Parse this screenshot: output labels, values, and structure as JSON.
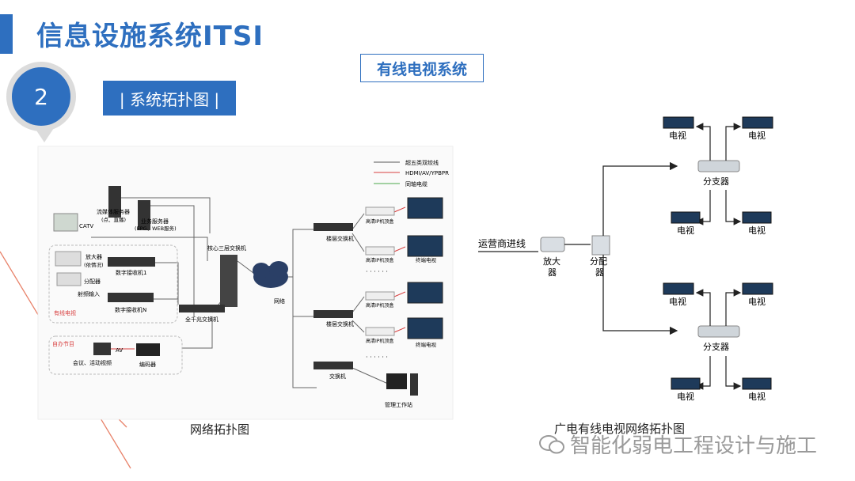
{
  "header": {
    "title": "信息设施系统ITSI",
    "section_number": "2",
    "section_title": "| 系统拓扑图 |",
    "subtitle": "有线电视系统"
  },
  "network_diagram": {
    "legend": [
      "超五类双绞线",
      "HDMI/AV/YPBPR",
      "同轴电缆"
    ],
    "catv": "CATV",
    "stream_server": [
      "流媒体服务器",
      "(点、直播)"
    ],
    "business_server": [
      "业务服务器",
      "(EPG、WEB服务)"
    ],
    "amplifier": [
      "放大器",
      "(依情况)"
    ],
    "splitter": "分配器",
    "receiver_1": "数字接收机1",
    "rf_input": "射频输入",
    "receiver_n": "数字接收机N",
    "cable_tv_group": "有线电视",
    "core_switch": "核心三层交换机",
    "gigabit_switch": "全千兆交换机",
    "network": "网络",
    "floor_switch_1": "楼层交换机",
    "floor_switch_2": "楼层交换机",
    "switch": "交换机",
    "hd_stb": "高清IP机顶盒",
    "terminal_tv": "终端电视",
    "dots": "· · · · · ·",
    "self_program_group": "自办节目",
    "av": "AV",
    "meeting_video": "会议、活动视频",
    "encoder": "编码器",
    "mgmt_station": "管理工作站",
    "caption": "网络拓扑图"
  },
  "broadcast_diagram": {
    "operator_input": "运营商进线",
    "amplifier": [
      "放大",
      "器"
    ],
    "splitter": [
      "分配",
      "器"
    ],
    "tap": "分支器",
    "tv": "电视",
    "caption": "广电有线电视网络拓扑图"
  },
  "watermark": "智能化弱电工程设计与施工",
  "colors": {
    "accent": "#2e6fbf",
    "red_line": "#d84040",
    "green_line": "#4aa84a",
    "gray_line": "#555555"
  }
}
